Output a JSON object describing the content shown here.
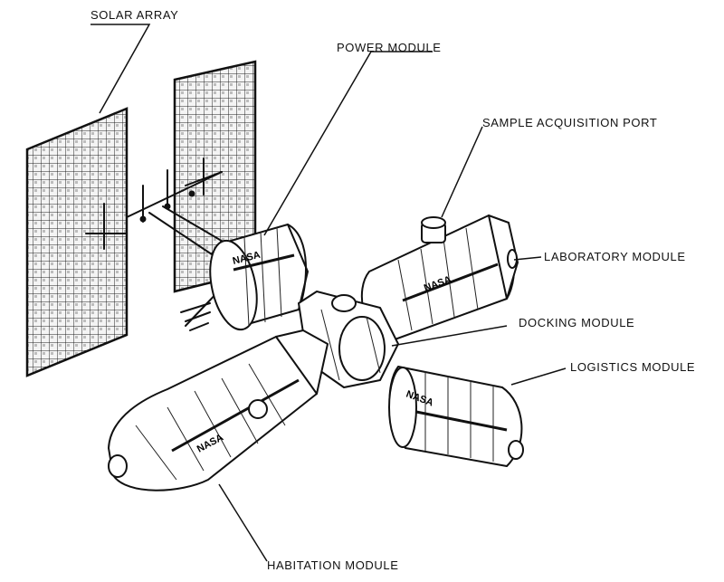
{
  "diagram": {
    "labels": {
      "solar_array": "SOLAR ARRAY",
      "power_module": "POWER MODULE",
      "sample_acquisition_port": "SAMPLE ACQUISITION PORT",
      "laboratory_module": "LABORATORY MODULE",
      "docking_module": "DOCKING MODULE",
      "logistics_module": "LOGISTICS MODULE",
      "habitation_module": "HABITATION MODULE"
    },
    "module_markings": [
      "NASA",
      "NASA",
      "NASA",
      "NASA"
    ]
  }
}
